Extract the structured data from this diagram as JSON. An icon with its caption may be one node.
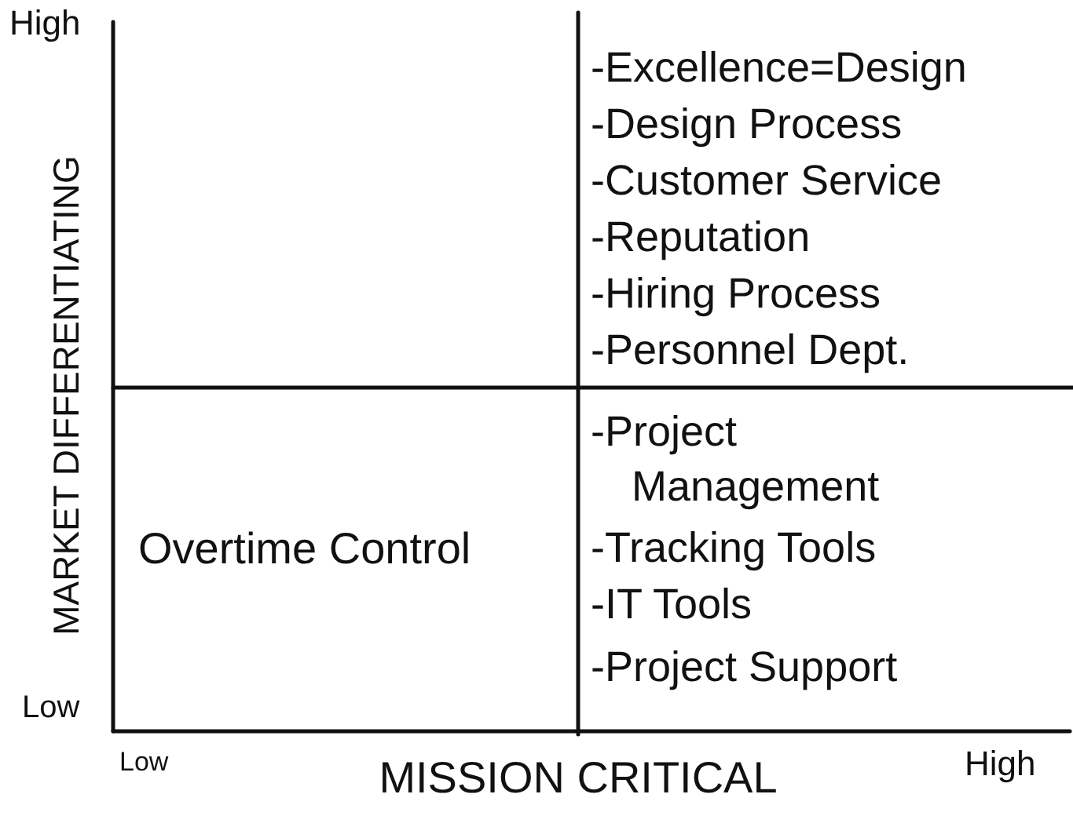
{
  "diagram": {
    "labels": [
      "High",
      "MARKET DIFFERENTIATING",
      "-Excellence=Design",
      "-Design Process",
      "-Customer Service",
      "-Reputation",
      "-Hiring Process",
      "-Personnel Dept.",
      "Overtime Control",
      "-Project Management",
      "-Tracking Tools",
      "-IT Tools",
      "-Project Support",
      "Low",
      "Low",
      "MISSION CRITICAL",
      "High"
    ]
  }
}
